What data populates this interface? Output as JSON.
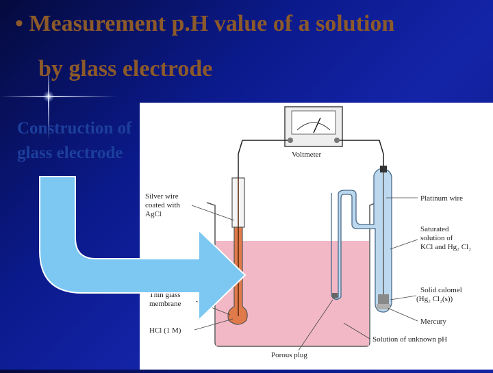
{
  "slide": {
    "title_bullet": "•",
    "title_line1": "Measurement p.H value of a solution",
    "title_line2": "by glass electrode",
    "subtitle_line1": "Construction of",
    "subtitle_line2": "glass electrode"
  },
  "diagram": {
    "voltmeter": "Voltmeter",
    "silver_wire_1": "Silver wire",
    "silver_wire_2": "coated with",
    "silver_wire_3": "AgCl",
    "platinum_wire": "Platinum wire",
    "saturated_1": "Saturated",
    "saturated_2": "solution of",
    "saturated_3": "KCl and Hg₂ Cl₂",
    "thin_glass_1": "Thin glass",
    "thin_glass_2": "membrane",
    "solid_calomel_1": "Solid calomel",
    "solid_calomel_2": "(Hg₂ Cl₂(s))",
    "hcl": "HCl (1 M)",
    "mercury": "Mercury",
    "solution_unknown": "Solution of unknown pH",
    "porous_plug": "Porous plug"
  },
  "colors": {
    "title": "#8c5a2a",
    "subtitle": "#1d3f9c",
    "solution": "#f2b8c6",
    "hcl": "#e07a4a",
    "calomel_tube": "#bcd8ee",
    "arrow": "#7cc8f2"
  }
}
